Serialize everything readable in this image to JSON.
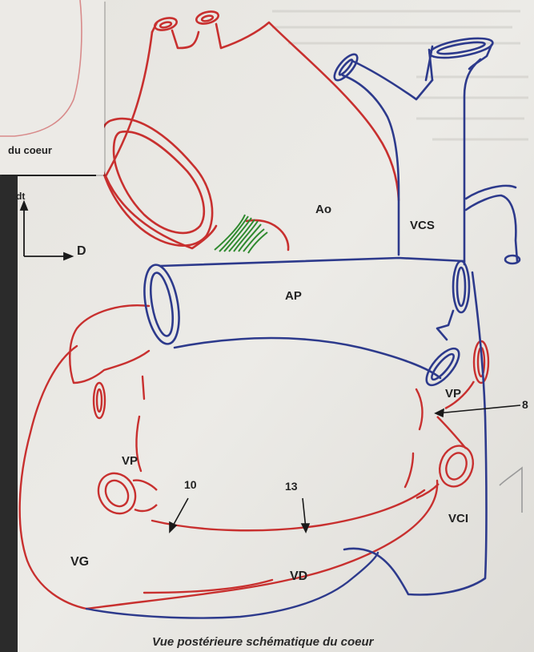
{
  "inset": {
    "caption": "du coeur"
  },
  "axes": {
    "up_label": "dt",
    "right_label": "D"
  },
  "labels": {
    "ao": "Ao",
    "vcs": "VCS",
    "ap": "AP",
    "vp_right": "VP",
    "vp_left": "VP",
    "num_8": "8",
    "num_10": "10",
    "num_13": "13",
    "vci": "VCI",
    "vg": "VG",
    "vd": "VD"
  },
  "caption": "Vue postérieure schématique du coeur",
  "colors": {
    "arterial": "#c8302f",
    "venous": "#2d3a8c",
    "ligament": "#2f8a2f",
    "paper": "#e9e7e3",
    "pencil": "#9a9a9a"
  }
}
